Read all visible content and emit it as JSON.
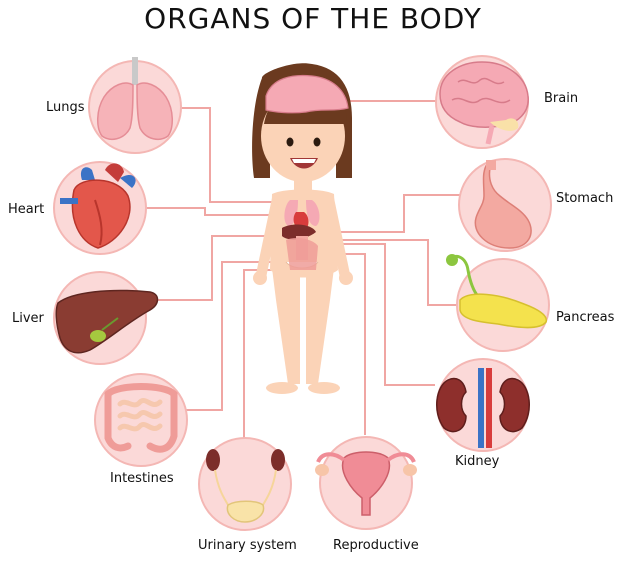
{
  "title": "ORGANS OF THE BODY",
  "labels": {
    "lungs": "Lungs",
    "heart": "Heart",
    "liver": "Liver",
    "intestines": "Intestines",
    "urinary": "Urinary system",
    "reproductive": "Reproductive",
    "kidney": "Kidney",
    "pancreas": "Pancreas",
    "stomach": "Stomach",
    "brain": "Brain"
  },
  "colors": {
    "circle_fill": "#fbd9d8",
    "circle_stroke": "#f4b7b4",
    "connector": "#f0a6a3",
    "skin": "#fbd3b7",
    "hair": "#6b3a1f"
  }
}
